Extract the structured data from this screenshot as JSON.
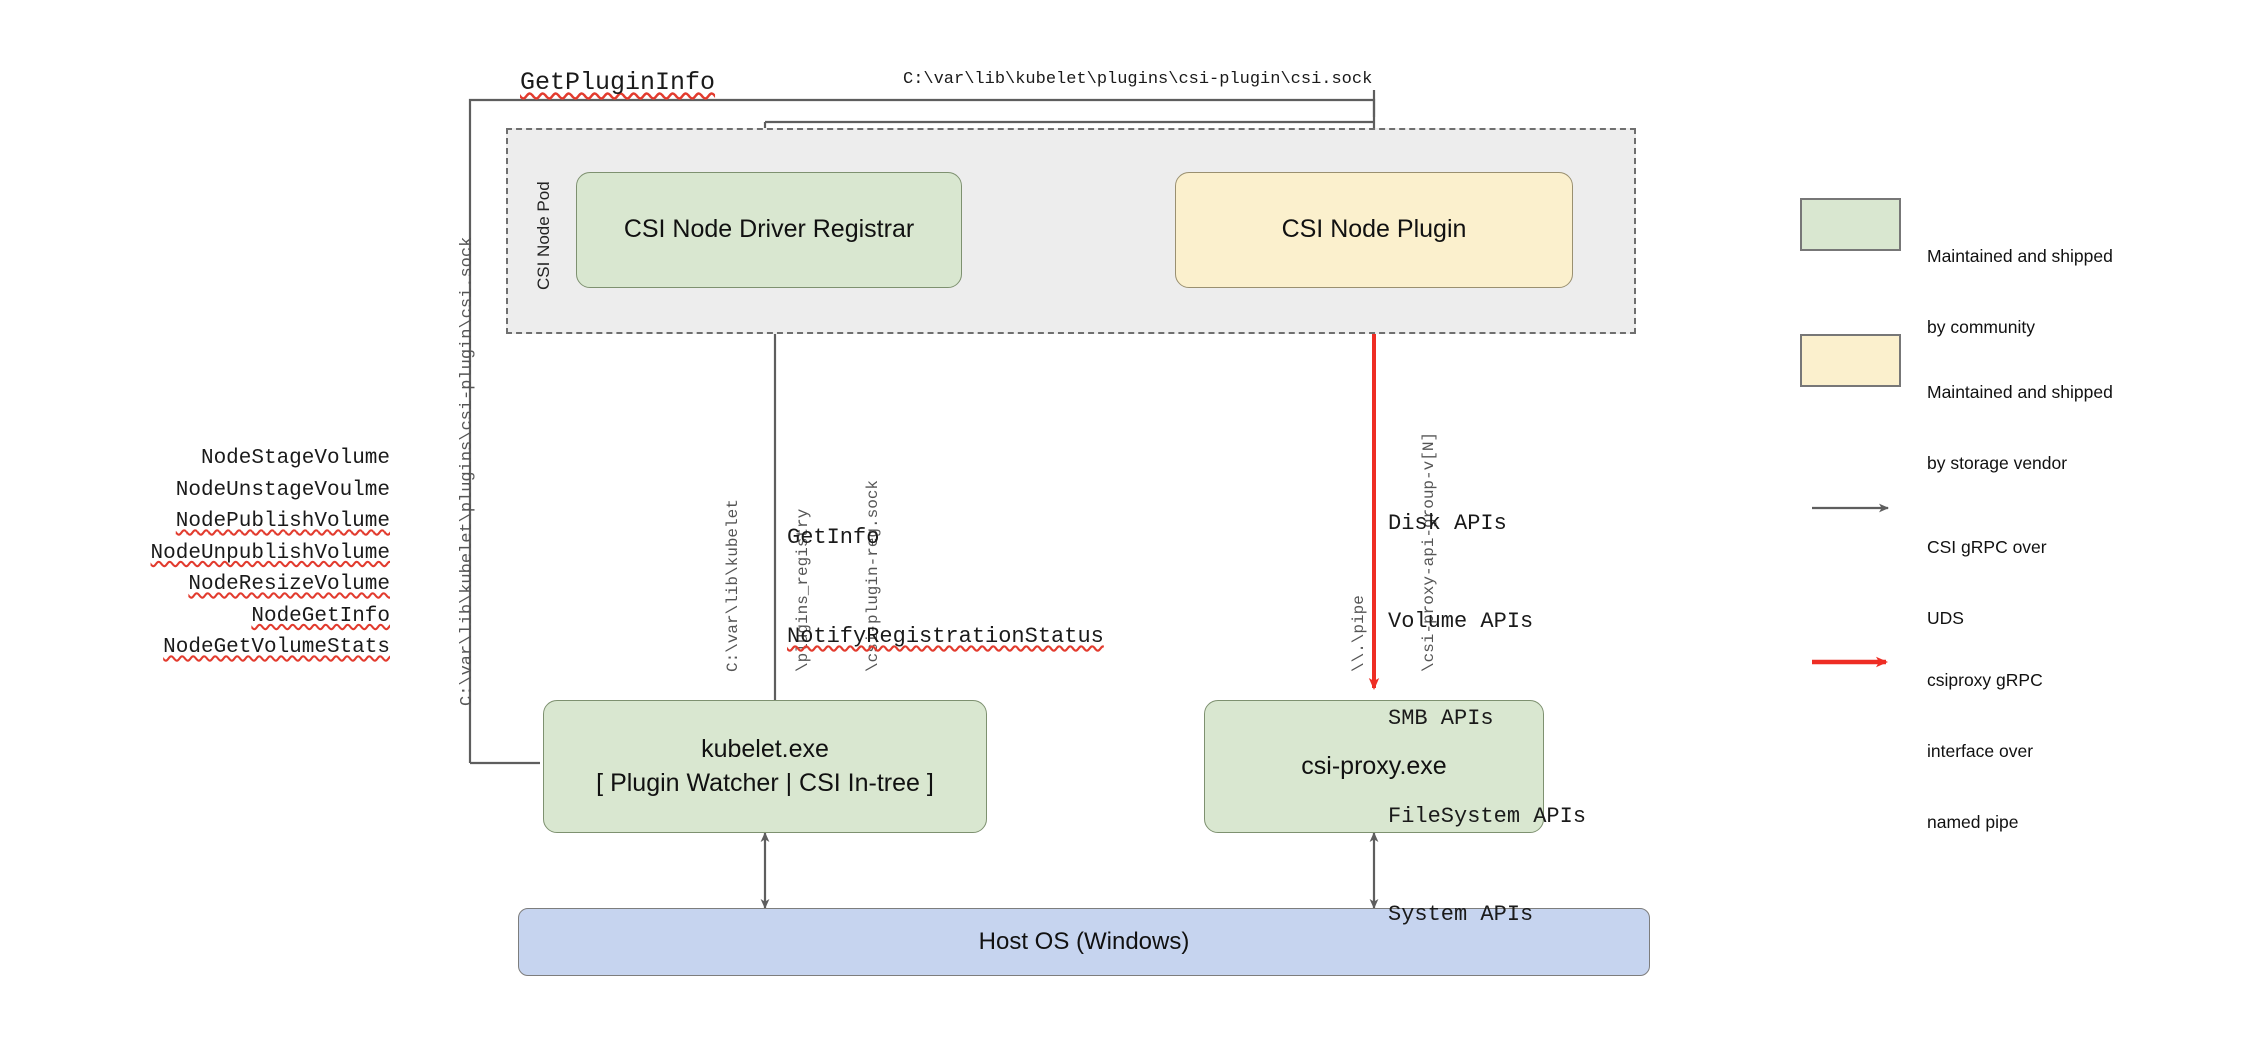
{
  "diagram": {
    "title_labels": {
      "get_plugin_info": "GetPluginInfo",
      "csi_sock_path_top": "C:\\var\\lib\\kubelet\\plugins\\csi-plugin\\csi.sock",
      "csi_sock_path_left": "C:\\var\\lib\\kubelet\\plugins\\csi-plugin\\csi.sock"
    },
    "pod": {
      "label": "CSI Node Pod"
    },
    "nodes": {
      "registrar": "CSI Node Driver Registrar",
      "node_plugin": "CSI Node Plugin",
      "kubelet_line1": "kubelet.exe",
      "kubelet_line2": "[ Plugin Watcher | CSI In-tree ]",
      "csi_proxy": "csi-proxy.exe",
      "host_os": "Host OS (Windows)"
    },
    "node_apis": [
      "NodeStageVolume",
      "NodeUnstageVoulme",
      "NodePublishVolume",
      "NodeUnpublishVolume",
      "NodeResizeVolume",
      "NodeGetInfo",
      "NodeGetVolumeStats"
    ],
    "registration_calls": [
      "GetInfo",
      "NotifyRegistrationStatus"
    ],
    "registry_path": [
      "C:\\var\\lib\\kubelet",
      "\\plugins_registry",
      "\\csi-plugin-reg.sock"
    ],
    "named_pipe_path": [
      "\\\\.\\pipe",
      "\\csi-proxy-api-group-v[N]"
    ],
    "proxy_apis": [
      "Disk APIs",
      "Volume APIs",
      "SMB APIs",
      "FileSystem APIs",
      "System APIs"
    ],
    "legend": {
      "items": [
        {
          "kind": "swatch",
          "color": "#d9e7d0",
          "line1": "Maintained and shipped",
          "line2": "by community"
        },
        {
          "kind": "swatch",
          "color": "#fbf0cd",
          "line1": "Maintained and shipped",
          "line2": "by storage vendor"
        },
        {
          "kind": "arrow",
          "color": "#5e5e5e",
          "line1": "CSI gRPC over",
          "line2": "UDS",
          "line3": ""
        },
        {
          "kind": "arrow",
          "color": "#ee2d24",
          "line1": "csiproxy gRPC",
          "line2": "interface over",
          "line3": "named pipe"
        }
      ]
    },
    "colors": {
      "community_green": "#d9e7d0",
      "vendor_yellow": "#fbf0cd",
      "host_blue": "#c6d4ef",
      "pod_grey": "#ededed",
      "arrow_grey": "#5e5e5e",
      "arrow_red": "#ee2d24"
    }
  }
}
